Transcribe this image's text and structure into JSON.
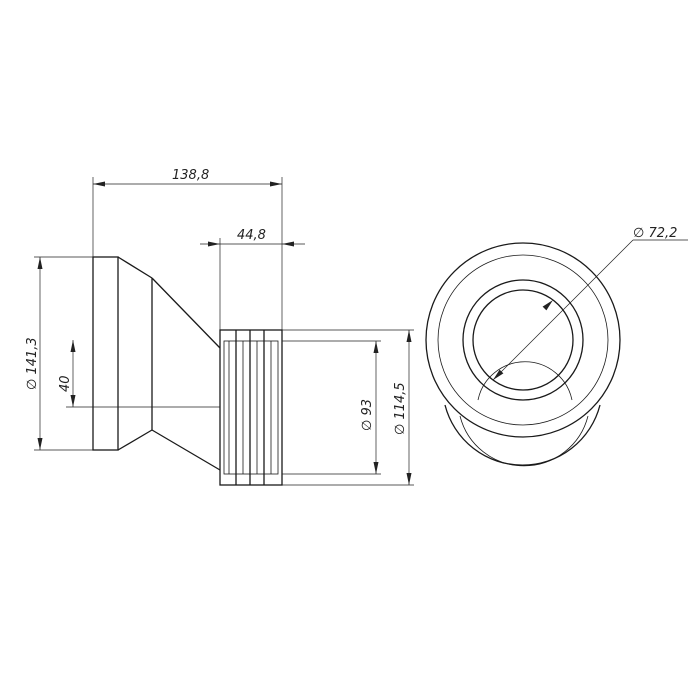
{
  "dimensions": {
    "total_length": "138,8",
    "socket_length": "44,8",
    "large_diameter": "∅ 141,3",
    "offset": "40",
    "inner_seal_diameter": "∅ 93",
    "outer_seal_diameter": "∅ 114,5",
    "bore_diameter": "∅ 72,2"
  },
  "colors": {
    "line": "#1a1a1a",
    "background": "#ffffff"
  }
}
